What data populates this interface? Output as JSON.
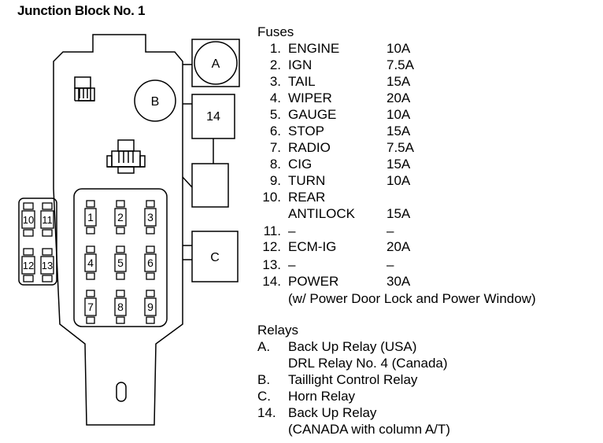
{
  "title": "Junction Block No. 1",
  "diagram": {
    "fuse_labels": [
      "1",
      "2",
      "3",
      "4",
      "5",
      "6",
      "7",
      "8",
      "9",
      "10",
      "11",
      "12",
      "13"
    ],
    "relay_labels": {
      "a": "A",
      "b": "B",
      "c": "C",
      "fourteen": "14"
    }
  },
  "fuses": {
    "heading": "Fuses",
    "items": [
      {
        "num": "1.",
        "name": "ENGINE",
        "amp": "10A"
      },
      {
        "num": "2.",
        "name": "IGN",
        "amp": "7.5A"
      },
      {
        "num": "3.",
        "name": "TAIL",
        "amp": "15A"
      },
      {
        "num": "4.",
        "name": "WIPER",
        "amp": "20A"
      },
      {
        "num": "5.",
        "name": "GAUGE",
        "amp": "10A"
      },
      {
        "num": "6.",
        "name": "STOP",
        "amp": "15A"
      },
      {
        "num": "7.",
        "name": "RADIO",
        "amp": "7.5A"
      },
      {
        "num": "8.",
        "name": "CIG",
        "amp": "15A"
      },
      {
        "num": "9.",
        "name": "TURN",
        "amp": "10A"
      },
      {
        "num": "10.",
        "name": "REAR",
        "amp": ""
      },
      {
        "num": "",
        "name": "ANTILOCK",
        "amp": "15A"
      },
      {
        "num": "11.",
        "name": "–",
        "amp": "–"
      },
      {
        "num": "12.",
        "name": "ECM-IG",
        "amp": "20A"
      },
      {
        "num": "13.",
        "name": "–",
        "amp": "–"
      },
      {
        "num": "14.",
        "name": "POWER",
        "amp": "30A"
      }
    ],
    "note": "(w/ Power Door Lock and Power Window)"
  },
  "relays": {
    "heading": "Relays",
    "items": [
      {
        "key": "A.",
        "text": "Back Up Relay (USA)"
      },
      {
        "key": "",
        "text": "DRL Relay No. 4 (Canada)"
      },
      {
        "key": "B.",
        "text": "Taillight Control Relay"
      },
      {
        "key": "C.",
        "text": "Horn Relay"
      },
      {
        "key": "14.",
        "text": "Back Up Relay"
      },
      {
        "key": "",
        "text": "(CANADA with column A/T)"
      }
    ]
  }
}
